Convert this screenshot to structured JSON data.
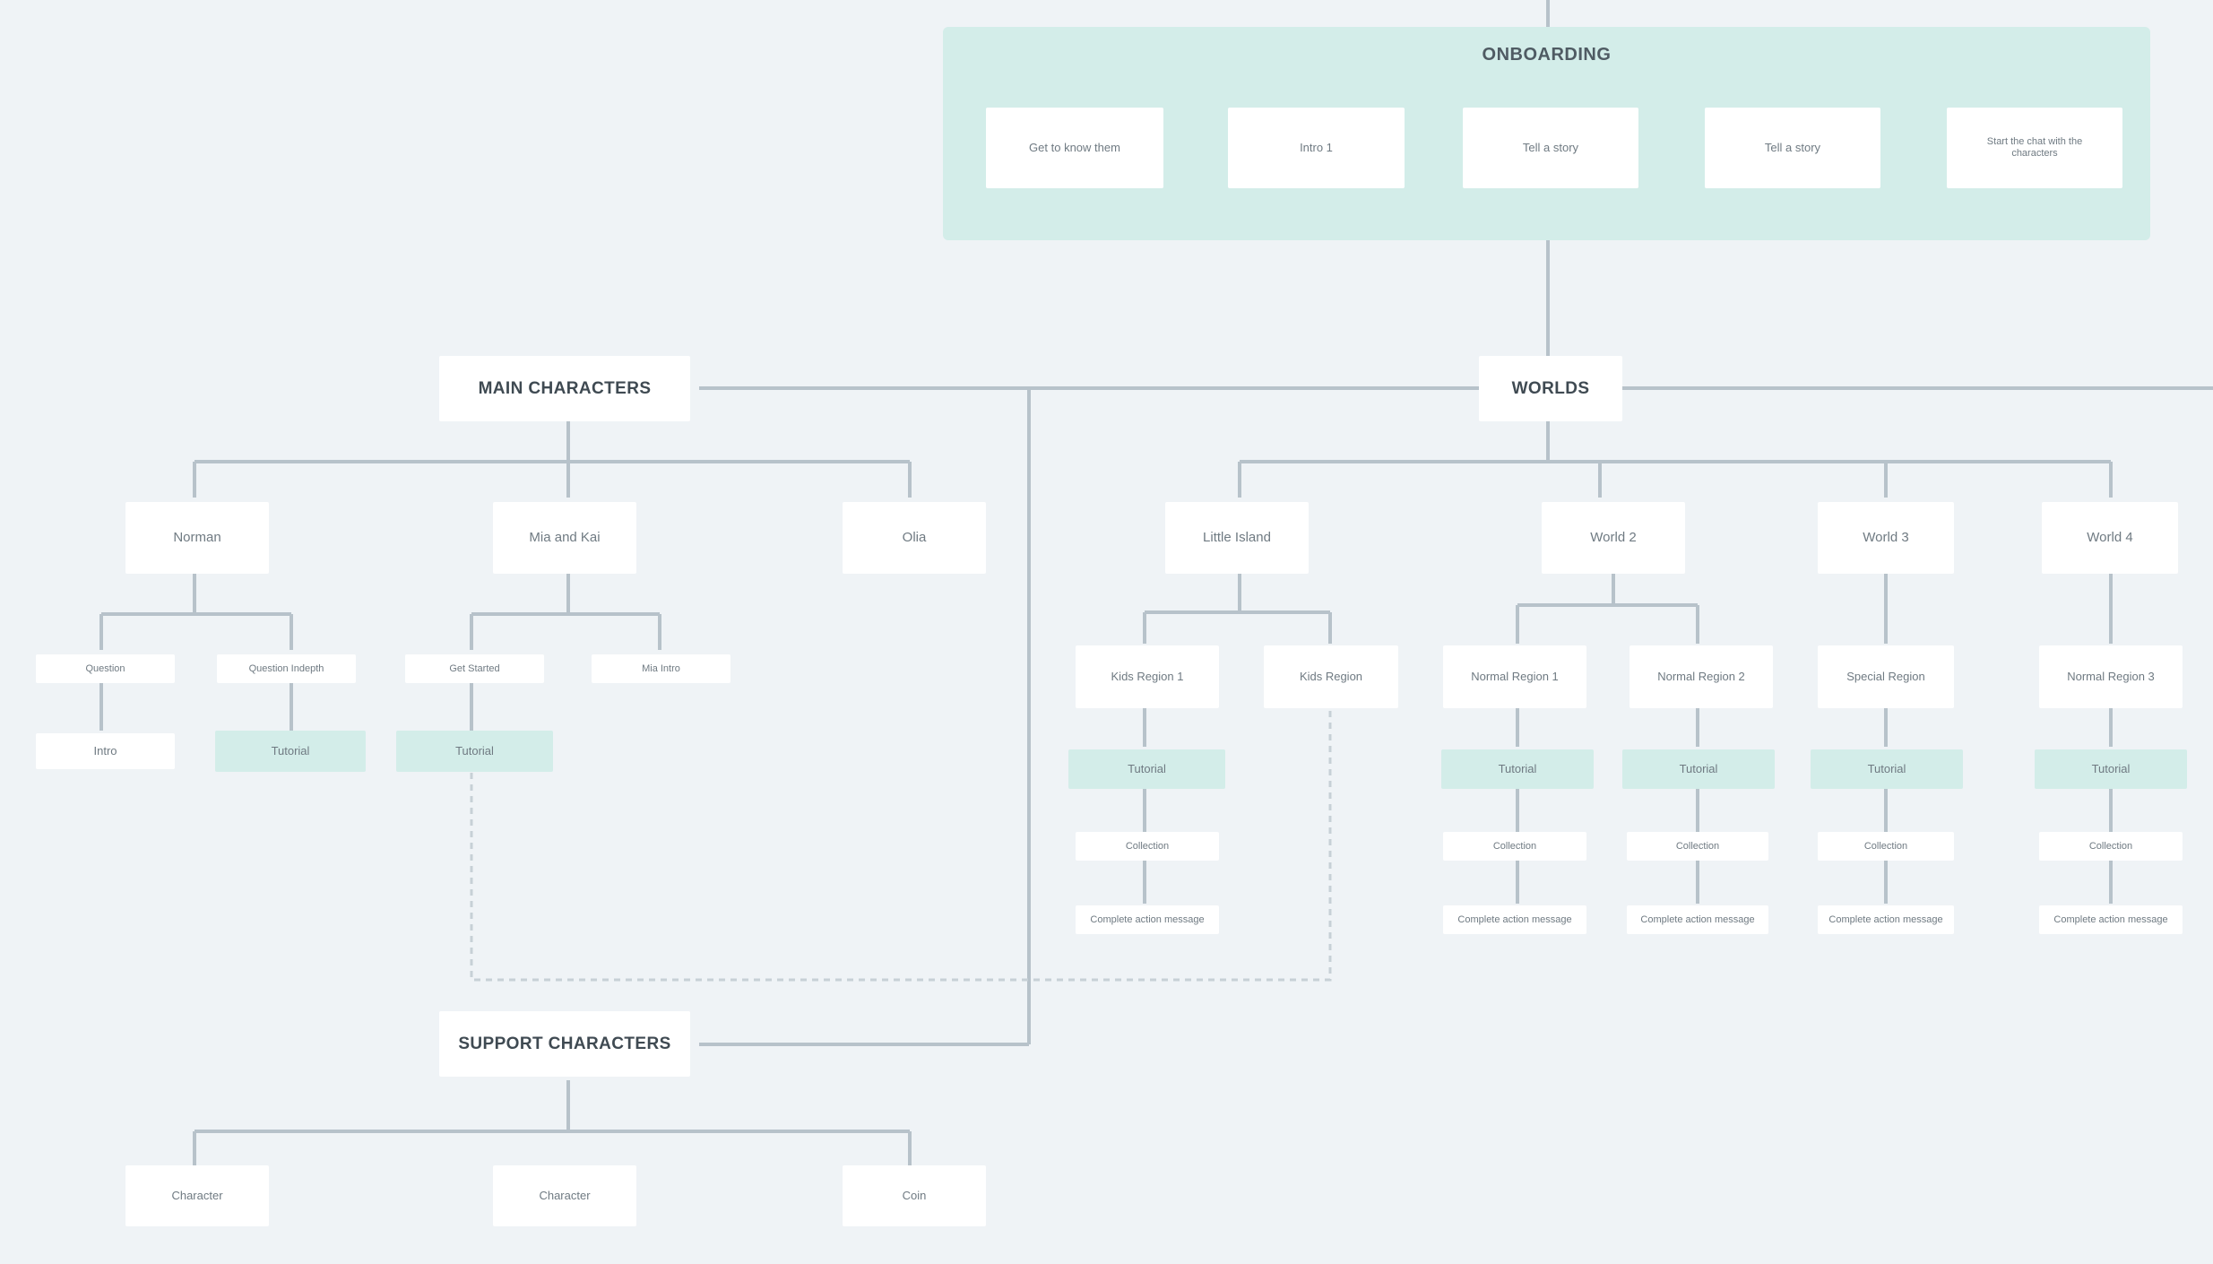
{
  "colors": {
    "background": "#eff3f6",
    "card": "#ffffff",
    "teal": "#d3ede9",
    "connector": "#b7c2ca"
  },
  "onboarding": {
    "title": "ONBOARDING",
    "steps": [
      "Get to know them",
      "Intro 1",
      "Tell a story",
      "Tell a story",
      "Start the chat with the characters"
    ]
  },
  "main_characters": {
    "title": "MAIN CHARACTERS",
    "children": [
      {
        "label": "Norman",
        "sub": [
          "Question",
          "Question Indepth"
        ],
        "leaves": [
          {
            "label": "Intro",
            "tag": "plain"
          },
          {
            "label": "Tutorial",
            "tag": "teal"
          }
        ]
      },
      {
        "label": "Mia and Kai",
        "sub": [
          "Get Started",
          "Mia Intro"
        ],
        "leaves": [
          {
            "label": "Tutorial",
            "tag": "teal"
          }
        ]
      },
      {
        "label": "Olia"
      }
    ]
  },
  "worlds": {
    "title": "WORLDS",
    "items": [
      {
        "label": "Little Island",
        "branches": [
          "Kids Region 1",
          "Kids Region"
        ]
      },
      {
        "label": "World 2",
        "branches": [
          "Normal Region 1",
          "Normal Region 2"
        ]
      },
      {
        "label": "World 3",
        "branches": [
          "Special Region"
        ]
      },
      {
        "label": "World 4",
        "branches": [
          "Normal Region 3"
        ]
      }
    ],
    "chain": [
      "Tutorial",
      "Collection",
      "Complete action message"
    ]
  },
  "support_characters": {
    "title": "SUPPORT CHARACTERS",
    "children": [
      "Character",
      "Character",
      "Coin"
    ]
  }
}
